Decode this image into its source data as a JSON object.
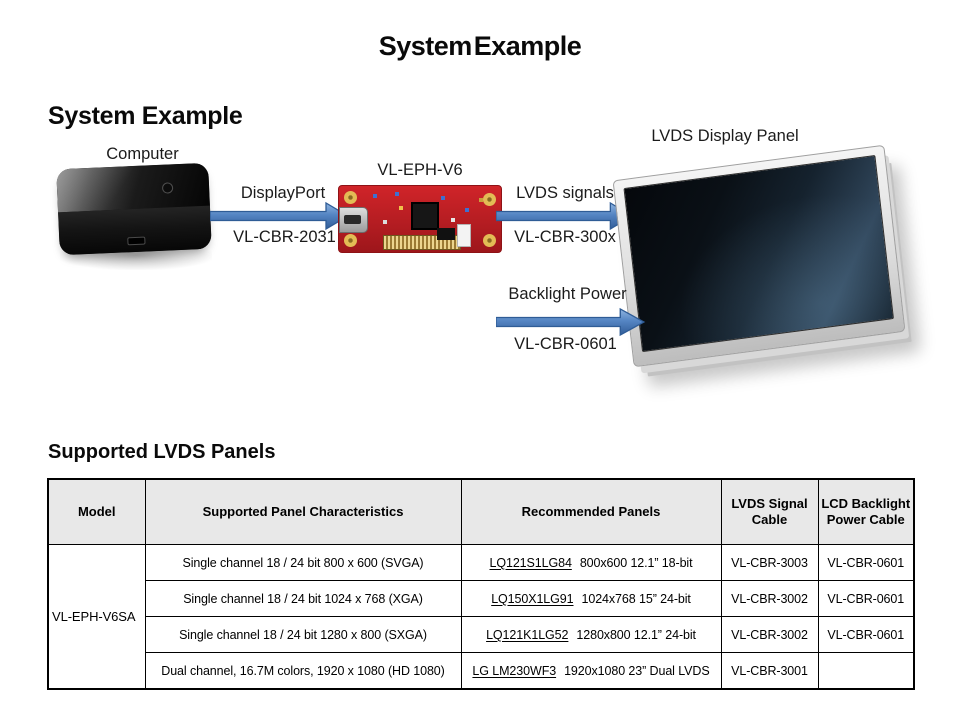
{
  "slide": {
    "title": "System Example",
    "section_heading": "System Example",
    "table_heading": "Supported LVDS Panels"
  },
  "diagram": {
    "computer_label": "Computer",
    "board_label": "VL-EPH-V6",
    "panel_label": "LVDS Display Panel",
    "arrow_color": "#4a7cba",
    "connections": [
      {
        "label": "DisplayPort",
        "cable": "VL-CBR-2031"
      },
      {
        "label": "LVDS signals",
        "cable": "VL-CBR-300x"
      },
      {
        "label": "Backlight Power",
        "cable": "VL-CBR-0601"
      }
    ]
  },
  "table": {
    "headers": [
      "Model",
      "Supported Panel Characteristics",
      "Recommended Panels",
      "LVDS Signal Cable",
      "LCD Backlight Power Cable"
    ],
    "model": "VL-EPH-V6SA",
    "rows": [
      {
        "characteristics": "Single channel 18 / 24 bit 800 x 600 (SVGA)",
        "panel_link": "LQ121S1LG84",
        "panel_desc": "800x600 12.1” 18-bit",
        "signal_cable": "VL-CBR-3003",
        "power_cable": "VL-CBR-0601"
      },
      {
        "characteristics": "Single channel 18 / 24 bit 1024 x 768 (XGA)",
        "panel_link": "LQ150X1LG91",
        "panel_desc": "1024x768 15” 24-bit",
        "signal_cable": "VL-CBR-3002",
        "power_cable": "VL-CBR-0601"
      },
      {
        "characteristics": "Single channel 18 / 24 bit 1280 x 800 (SXGA)",
        "panel_link": "LQ121K1LG52",
        "panel_desc": "1280x800 12.1” 24-bit",
        "signal_cable": "VL-CBR-3002",
        "power_cable": "VL-CBR-0601"
      },
      {
        "characteristics": "Dual channel, 16.7M colors, 1920 x 1080 (HD 1080)",
        "panel_link": "LG LM230WF3",
        "panel_desc": "1920x1080 23” Dual LVDS",
        "signal_cable": "VL-CBR-3001",
        "power_cable": ""
      }
    ]
  }
}
